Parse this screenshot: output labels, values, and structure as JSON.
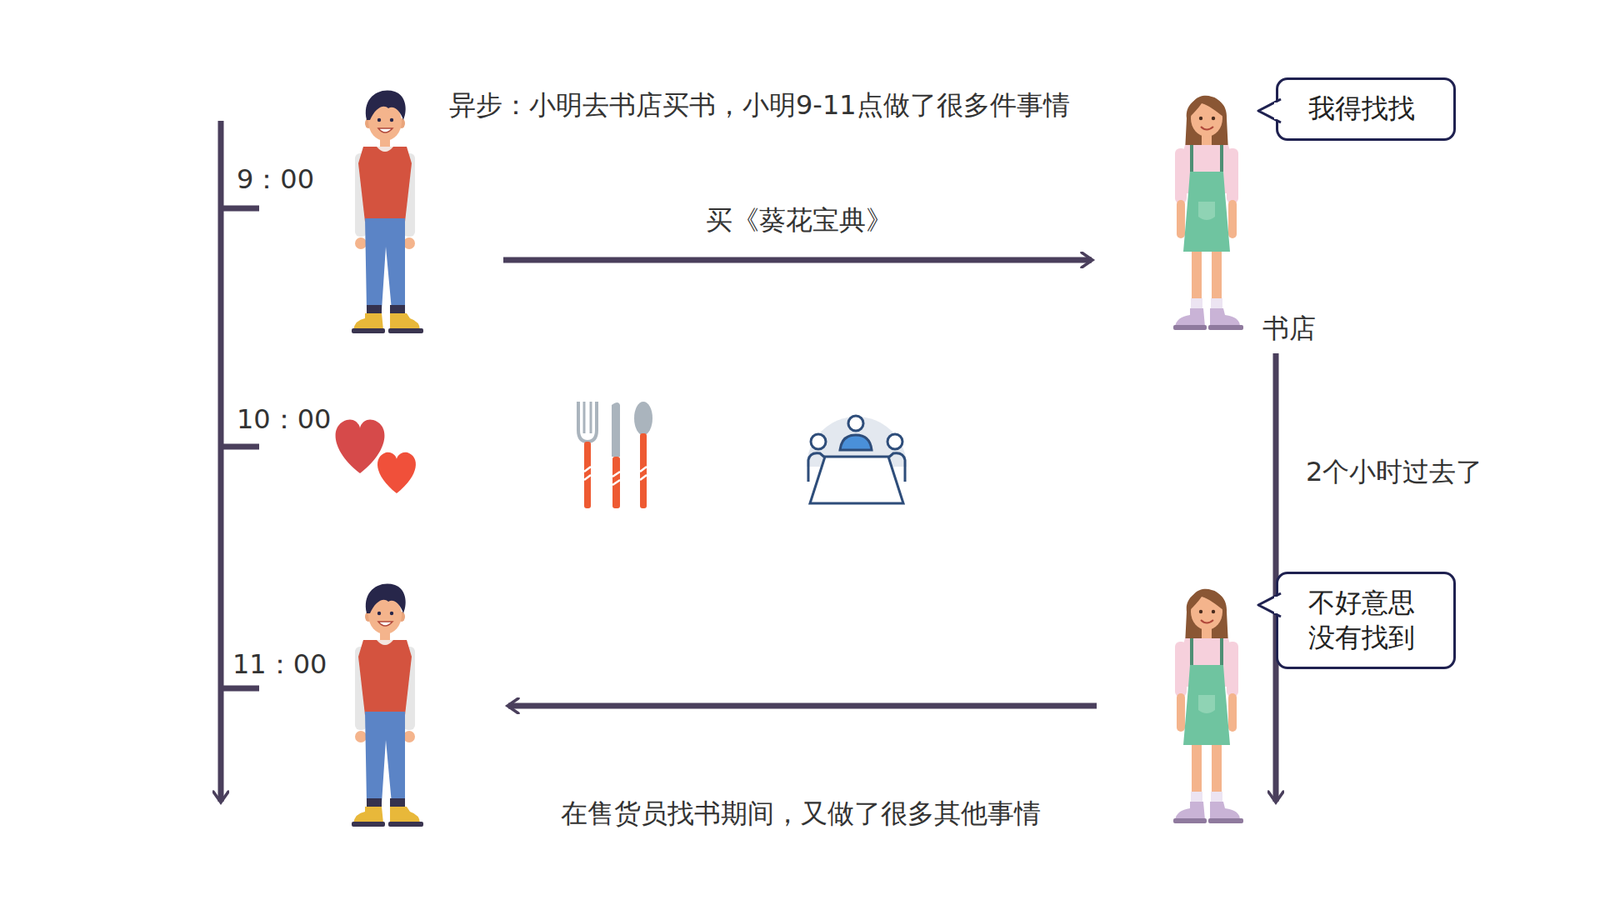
{
  "diagram": {
    "title": "异步：小明去书店买书，小明9-11点做了很多件事情",
    "nodes": [
      {
        "text": [
          "我得找找"
        ]
      },
      {
        "text": [
          "不好意思 没有找到"
        ]
      }
    ],
    "labels": [
      "9：00",
      "10：00",
      "11：00",
      "买《葵花宝典》",
      "书店",
      "2个小时过去了",
      "在售货员找书期间，又做了很多其他事情"
    ]
  }
}
